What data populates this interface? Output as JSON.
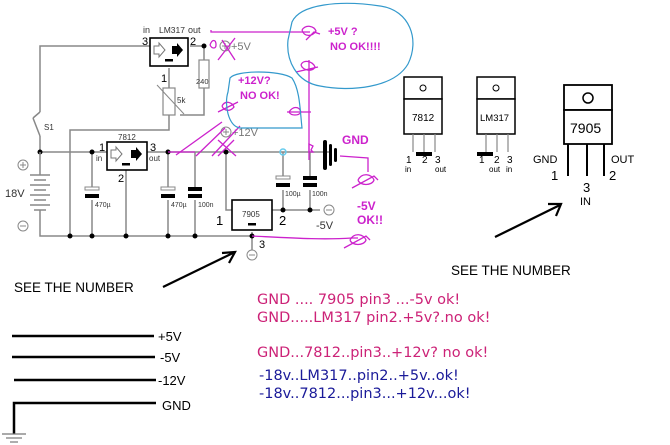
{
  "schematic": {
    "battery": {
      "label": "18V",
      "plus": "+",
      "minus": "−"
    },
    "switch": {
      "label": "S1"
    },
    "lm317": {
      "name": "LM317",
      "pin_in": "in",
      "pin_out": "out",
      "pin3": "3",
      "pin2": "2",
      "pin1": "1",
      "resistor": "240",
      "pot": "5k",
      "output_label": "+5V"
    },
    "u7812": {
      "name": "7812",
      "pin1": "1",
      "pin1_label": "in",
      "pin3": "3",
      "pin3_label": "out",
      "pin2": "2",
      "output_label": "+12V"
    },
    "u7905": {
      "name": "7905",
      "pin1": "1",
      "pin2": "2",
      "pin3": "3",
      "output_label": "-5V"
    },
    "caps": [
      "470µ",
      "470µ",
      "100n",
      "100µ",
      "100n"
    ],
    "gnd_label": "GND"
  },
  "annotations": {
    "plus5": [
      "+5V ?",
      "NO OK!!!!"
    ],
    "plus12": [
      "+12V?",
      "NO  OK!"
    ],
    "minus5": [
      "-5V",
      "OK!!"
    ],
    "gnd": "GND"
  },
  "pinouts": {
    "p7812": {
      "name": "7812",
      "pins": [
        "1",
        "2",
        "3"
      ],
      "sub": [
        "in",
        "",
        "out"
      ]
    },
    "plm317": {
      "name": "LM317",
      "pins": [
        "1",
        "2",
        "3"
      ],
      "sub": [
        "",
        "out",
        "in"
      ]
    },
    "p7905": {
      "name": "7905",
      "gnd": "GND",
      "gnd_pin": "1",
      "in_pin": "3",
      "in": "IN",
      "out": "OUT",
      "out_pin": "2"
    }
  },
  "captions": {
    "left": "SEE THE NUMBER",
    "right": "SEE THE NUMBER"
  },
  "notes": [
    {
      "text": "GND .... 7905 pin3  ...-5v    ok!",
      "color": "pink"
    },
    {
      "text": "GND.....LM317 pin2.+5v?.no ok!",
      "color": "pink"
    },
    {
      "text": "GND...7812..pin3..+12v? no ok!",
      "color": "pink"
    },
    {
      "text": "-18v..LM317..pin2..+5v..ok!",
      "color": "blue"
    },
    {
      "text": "-18v..7812...pin3...+12v...ok!",
      "color": "blue"
    }
  ],
  "legend": [
    {
      "label": "+5V"
    },
    {
      "label": "-5V"
    },
    {
      "label": "-12V"
    },
    {
      "label": "GND"
    }
  ],
  "colors": {
    "wire": "#888888",
    "ink": "#000000",
    "pink": "#cc22cc",
    "cyan": "#3399cc",
    "note_pink": "#cc2277",
    "note_blue": "#1a1a99"
  }
}
